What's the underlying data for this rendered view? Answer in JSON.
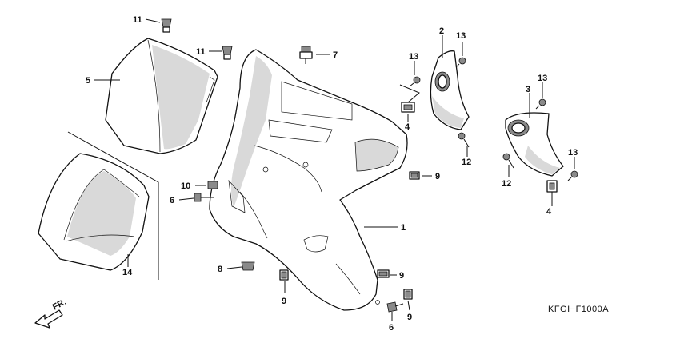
{
  "diagram_code": "KFGI−F1000A",
  "direction_label": "FR.",
  "callouts": {
    "c1": "1",
    "c2": "2",
    "c3": "3",
    "c4a": "4",
    "c4b": "4",
    "c5": "5",
    "c6a": "6",
    "c6b": "6",
    "c7": "7",
    "c8": "8",
    "c9a": "9",
    "c9b": "9",
    "c9c": "9",
    "c9d": "9",
    "c10": "10",
    "c11a": "11",
    "c11b": "11",
    "c12a": "12",
    "c12b": "12",
    "c13a": "13",
    "c13b": "13",
    "c13c": "13",
    "c13d": "13",
    "c14": "14"
  },
  "colors": {
    "line": "#111111",
    "shade": "#d9d9d9",
    "dark": "#8a8a8a"
  }
}
